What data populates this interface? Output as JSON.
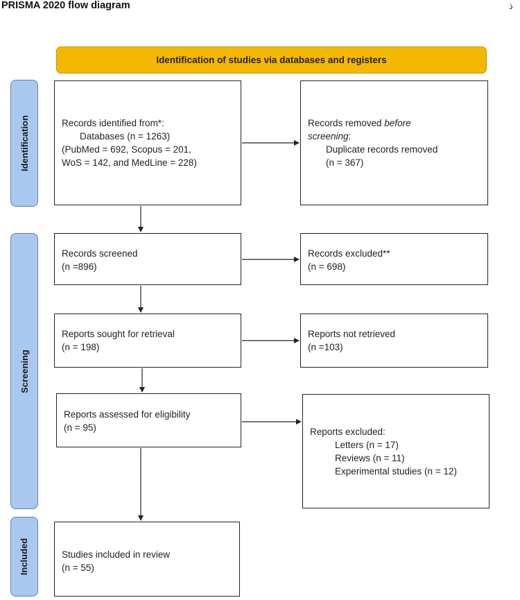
{
  "title": "PRISMA 2020 flow diagram",
  "corner_mark": "ذ",
  "header": "Identification of studies via databases and registers",
  "phases": {
    "identification": "Identification",
    "screening": "Screening",
    "included": "Included"
  },
  "boxes": {
    "records_identified": {
      "line1": "Records identified from*:",
      "line2": "Databases (n = 1263)",
      "line3": "(PubMed = 692, Scopus = 201,",
      "line4": "WoS = 142, and MedLine = 228)"
    },
    "records_removed": {
      "line1_prefix": "Records removed ",
      "line1_emph": "before",
      "line2_emph": "screening",
      "line2_suffix": ":",
      "line3": "Duplicate records removed",
      "line4": "(n = 367)"
    },
    "records_screened": {
      "line1": "Records screened",
      "line2": "(n =896)"
    },
    "records_excluded": {
      "line1": "Records excluded**",
      "line2": "(n = 698)"
    },
    "reports_sought": {
      "line1": "Reports sought for retrieval",
      "line2": "(n = 198)"
    },
    "reports_not_retrieved": {
      "line1": "Reports not retrieved",
      "line2": "(n =103)"
    },
    "reports_assessed": {
      "line1": "Reports assessed for eligibility",
      "line2": "(n = 95)"
    },
    "reports_excluded": {
      "line1": "Reports excluded:",
      "line2": "Letters (n = 17)",
      "line3": "Reviews (n = 11)",
      "line4": "Experimental studies  (n = 12)"
    },
    "studies_included": {
      "line1": "Studies included in review",
      "line2": "(n = 55)"
    }
  }
}
